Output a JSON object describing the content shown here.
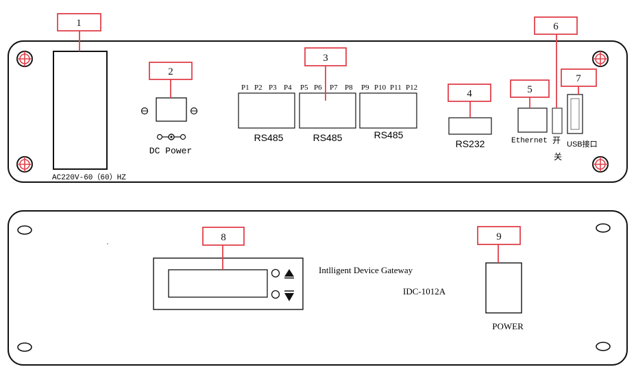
{
  "callouts": [
    {
      "id": "1",
      "label": "1"
    },
    {
      "id": "2",
      "label": "2"
    },
    {
      "id": "3",
      "label": "3"
    },
    {
      "id": "4",
      "label": "4"
    },
    {
      "id": "5",
      "label": "5"
    },
    {
      "id": "6",
      "label": "6"
    },
    {
      "id": "7",
      "label": "7"
    },
    {
      "id": "8",
      "label": "8"
    },
    {
      "id": "9",
      "label": "9"
    }
  ],
  "rear_panel": {
    "ac_label": "AC220V-60（60）HZ",
    "dc_label": "DC Power",
    "ports_group1": [
      "P1",
      "P2",
      "P3",
      "P4"
    ],
    "ports_group2": [
      "P5",
      "P6",
      "P7",
      "P8"
    ],
    "ports_group3": [
      "P9",
      "P10",
      "P11",
      "P12"
    ],
    "rs485_label_1": "RS485",
    "rs485_label_2": "RS485",
    "rs485_label_3": "RS485",
    "rs232_label": "RS232",
    "ethernet_label": "Ethernet",
    "switch_label_1": "开",
    "switch_label_2": "关",
    "usb_label": "USB接口"
  },
  "front_panel": {
    "device_name": "Intlligent Device Gateway",
    "model": "IDC-1012A",
    "power_label": "POWER"
  },
  "colors": {
    "callout_border": "#e0404a",
    "line": "#111111"
  }
}
